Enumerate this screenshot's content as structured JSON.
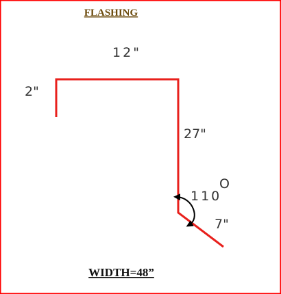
{
  "title": "FLASHING",
  "dimensions": {
    "left_leg": "2\"",
    "top_width": "12\"",
    "vertical_height": "27\"",
    "angle": "110",
    "angle_unit": "O",
    "bottom_leg": "7\""
  },
  "width_label": "WIDTH=48”",
  "colors": {
    "border": "#ff0000",
    "profile_line": "#e8201c",
    "title_text": "#6b4a0c",
    "dimension_text": "#333333",
    "angle_arc": "#000000"
  }
}
